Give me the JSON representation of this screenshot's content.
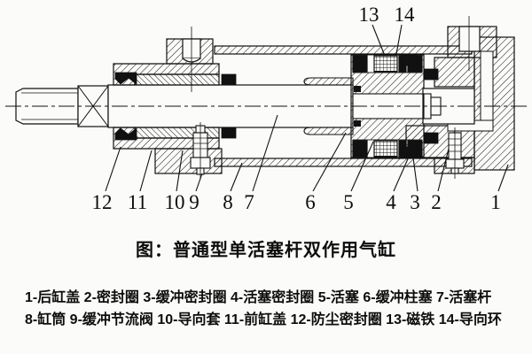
{
  "figure": {
    "title": "图：普通型单活塞杆双作用气缸",
    "legend_line1": "1-后缸盖 2-密封圈 3-缓冲密封圈 4-活塞密封圈 5-活塞 6-缓冲柱塞 7-活塞杆",
    "legend_line2": "8-缸筒 9-缓冲节流阀 10-导向套 11-前缸盖 12-防尘密封圈 13-磁铁 14-导向环"
  },
  "callouts": [
    "1",
    "2",
    "3",
    "4",
    "5",
    "6",
    "7",
    "8",
    "9",
    "10",
    "11",
    "12",
    "13",
    "14"
  ],
  "parts": [
    {
      "num": "1",
      "name": "后缸盖"
    },
    {
      "num": "2",
      "name": "密封圈"
    },
    {
      "num": "3",
      "name": "缓冲密封圈"
    },
    {
      "num": "4",
      "name": "活塞密封圈"
    },
    {
      "num": "5",
      "name": "活塞"
    },
    {
      "num": "6",
      "name": "缓冲柱塞"
    },
    {
      "num": "7",
      "name": "活塞杆"
    },
    {
      "num": "8",
      "name": "缸筒"
    },
    {
      "num": "9",
      "name": "缓冲节流阀"
    },
    {
      "num": "10",
      "name": "导向套"
    },
    {
      "num": "11",
      "name": "前缸盖"
    },
    {
      "num": "12",
      "name": "防尘密封圈"
    },
    {
      "num": "13",
      "name": "磁铁"
    },
    {
      "num": "14",
      "name": "导向环"
    }
  ],
  "colors": {
    "ink": "#111111",
    "background": "#fbfbf9"
  }
}
